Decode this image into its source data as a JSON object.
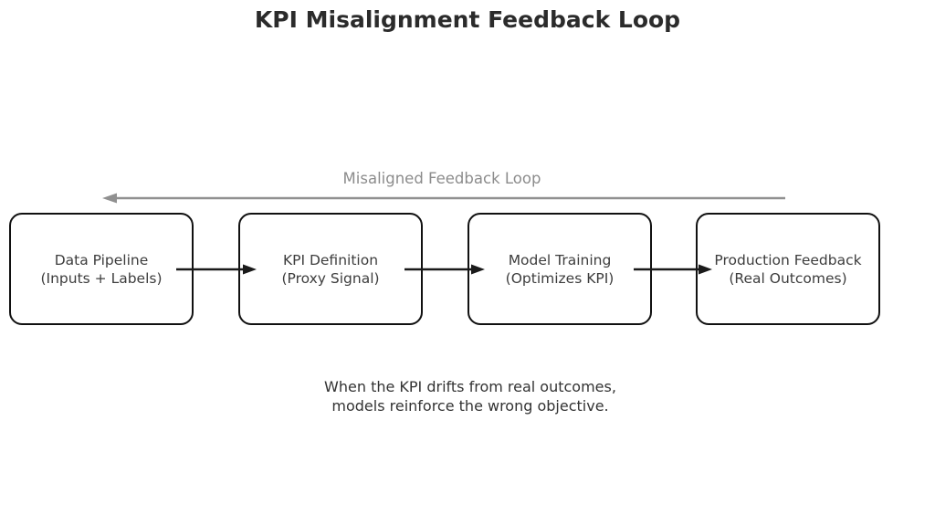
{
  "title": "KPI Misalignment Feedback Loop",
  "loop_label": "Misaligned Feedback Loop",
  "nodes": [
    {
      "label": "Data Pipeline",
      "sublabel": "(Inputs + Labels)"
    },
    {
      "label": "KPI Definition",
      "sublabel": "(Proxy Signal)"
    },
    {
      "label": "Model Training",
      "sublabel": "(Optimizes KPI)"
    },
    {
      "label": "Production Feedback",
      "sublabel": "(Real Outcomes)"
    }
  ],
  "caption": {
    "line1": "When the KPI drifts from real outcomes,",
    "line2": "models reinforce the wrong objective."
  },
  "colors": {
    "ink": "#1a1a1a",
    "box_border": "#111111",
    "node_text": "#3d3d3d",
    "muted_gray": "#8c8c8c",
    "feedback_arrow": "#909090",
    "background": "#ffffff"
  }
}
